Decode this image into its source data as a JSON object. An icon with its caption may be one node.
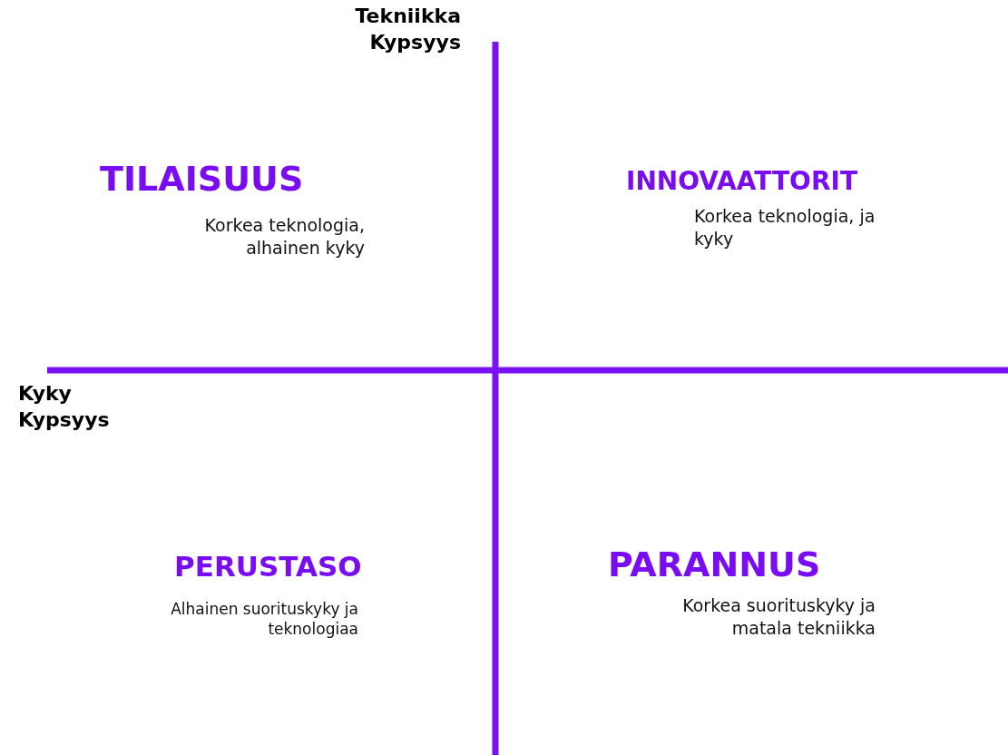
{
  "diagram": {
    "labels": [
      "Tekniikka Kypsyys",
      "TILAISUUS",
      "INNOVAATTORIT",
      "Korkea teknologia, alhainen kyky",
      "Korkea teknologia, ja kyky",
      "Kyky Kypsyys",
      "PERUSTASO",
      "PARANNUS",
      "Alhainen suorituskyky ja teknologiaa",
      "Korkea suorituskyky ja matala tekniikka"
    ]
  }
}
